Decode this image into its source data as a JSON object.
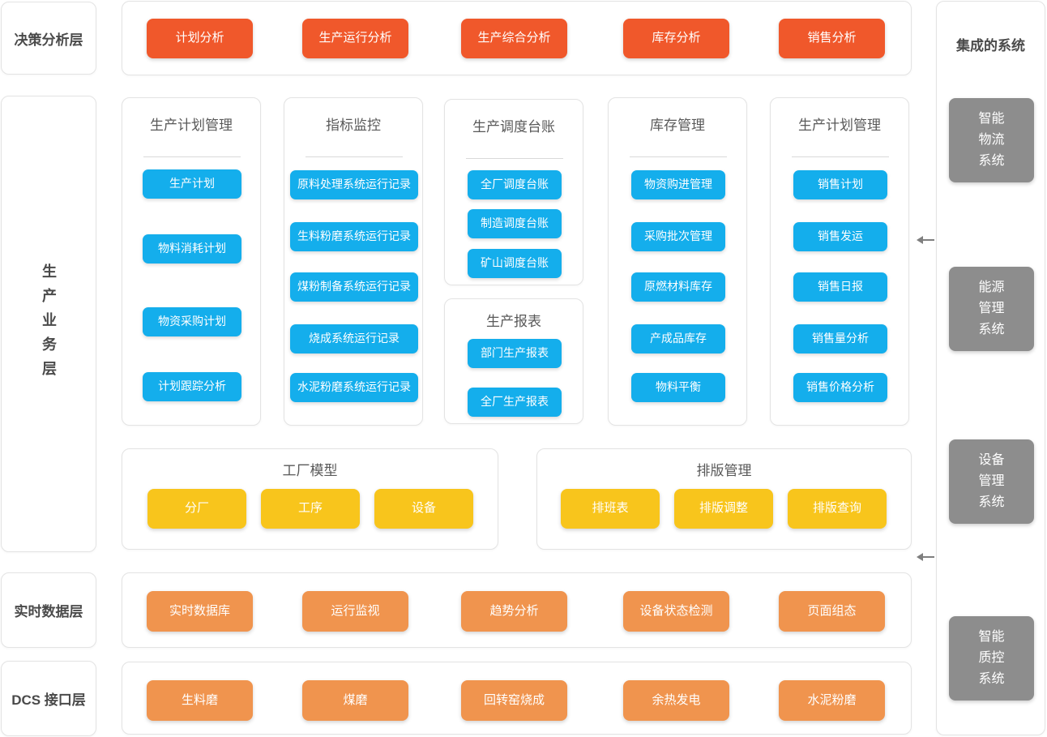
{
  "colors": {
    "analysis_orange": "#f0582b",
    "module_blue": "#14aeec",
    "model_yellow": "#f8c51c",
    "interface_orange": "#f0944e",
    "system_gray": "#8d8d8d"
  },
  "left_layers": [
    {
      "label": "决策分析层"
    },
    {
      "label": "生产业务层"
    },
    {
      "label": "实时数据层"
    },
    {
      "label": "DCS 接口层"
    }
  ],
  "decision_row": {
    "buttons": [
      "计划分析",
      "生产运行分析",
      "生产综合分析",
      "库存分析",
      "销售分析"
    ]
  },
  "business_panels": [
    {
      "title": "生产计划管理",
      "buttons": [
        "生产计划",
        "物料消耗计划",
        "物资采购计划",
        "计划跟踪分析"
      ]
    },
    {
      "title": "指标监控",
      "buttons": [
        "原料处理系统运行记录",
        "生料粉磨系统运行记录",
        "煤粉制备系统运行记录",
        "烧成系统运行记录",
        "水泥粉磨系统运行记录"
      ]
    },
    {
      "title": "生产调度台账",
      "buttons": [
        "全厂调度台账",
        "制造调度台账",
        "矿山调度台账"
      ]
    },
    {
      "title": "生产报表",
      "buttons": [
        "部门生产报表",
        "全厂生产报表"
      ]
    },
    {
      "title": "库存管理",
      "buttons": [
        "物资购进管理",
        "采购批次管理",
        "原燃材料库存",
        "产成品库存",
        "物料平衡"
      ]
    },
    {
      "title": "生产计划管理",
      "buttons": [
        "销售计划",
        "销售发运",
        "销售日报",
        "销售量分析",
        "销售价格分析"
      ]
    }
  ],
  "model_row": [
    {
      "title": "工厂模型",
      "buttons": [
        "分厂",
        "工序",
        "设备"
      ]
    },
    {
      "title": "排版管理",
      "buttons": [
        "排班表",
        "排版调整",
        "排版查询"
      ]
    }
  ],
  "realtime_row": {
    "buttons": [
      "实时数据库",
      "运行监视",
      "趋势分析",
      "设备状态检测",
      "页面组态"
    ]
  },
  "dcs_row": {
    "buttons": [
      "生料磨",
      "煤磨",
      "回转窑烧成",
      "余热发电",
      "水泥粉磨"
    ]
  },
  "integrated_systems": {
    "title": "集成的系统",
    "systems": [
      "智能物流系统",
      "能源管理系统",
      "设备管理系统",
      "智能质控系统"
    ]
  }
}
